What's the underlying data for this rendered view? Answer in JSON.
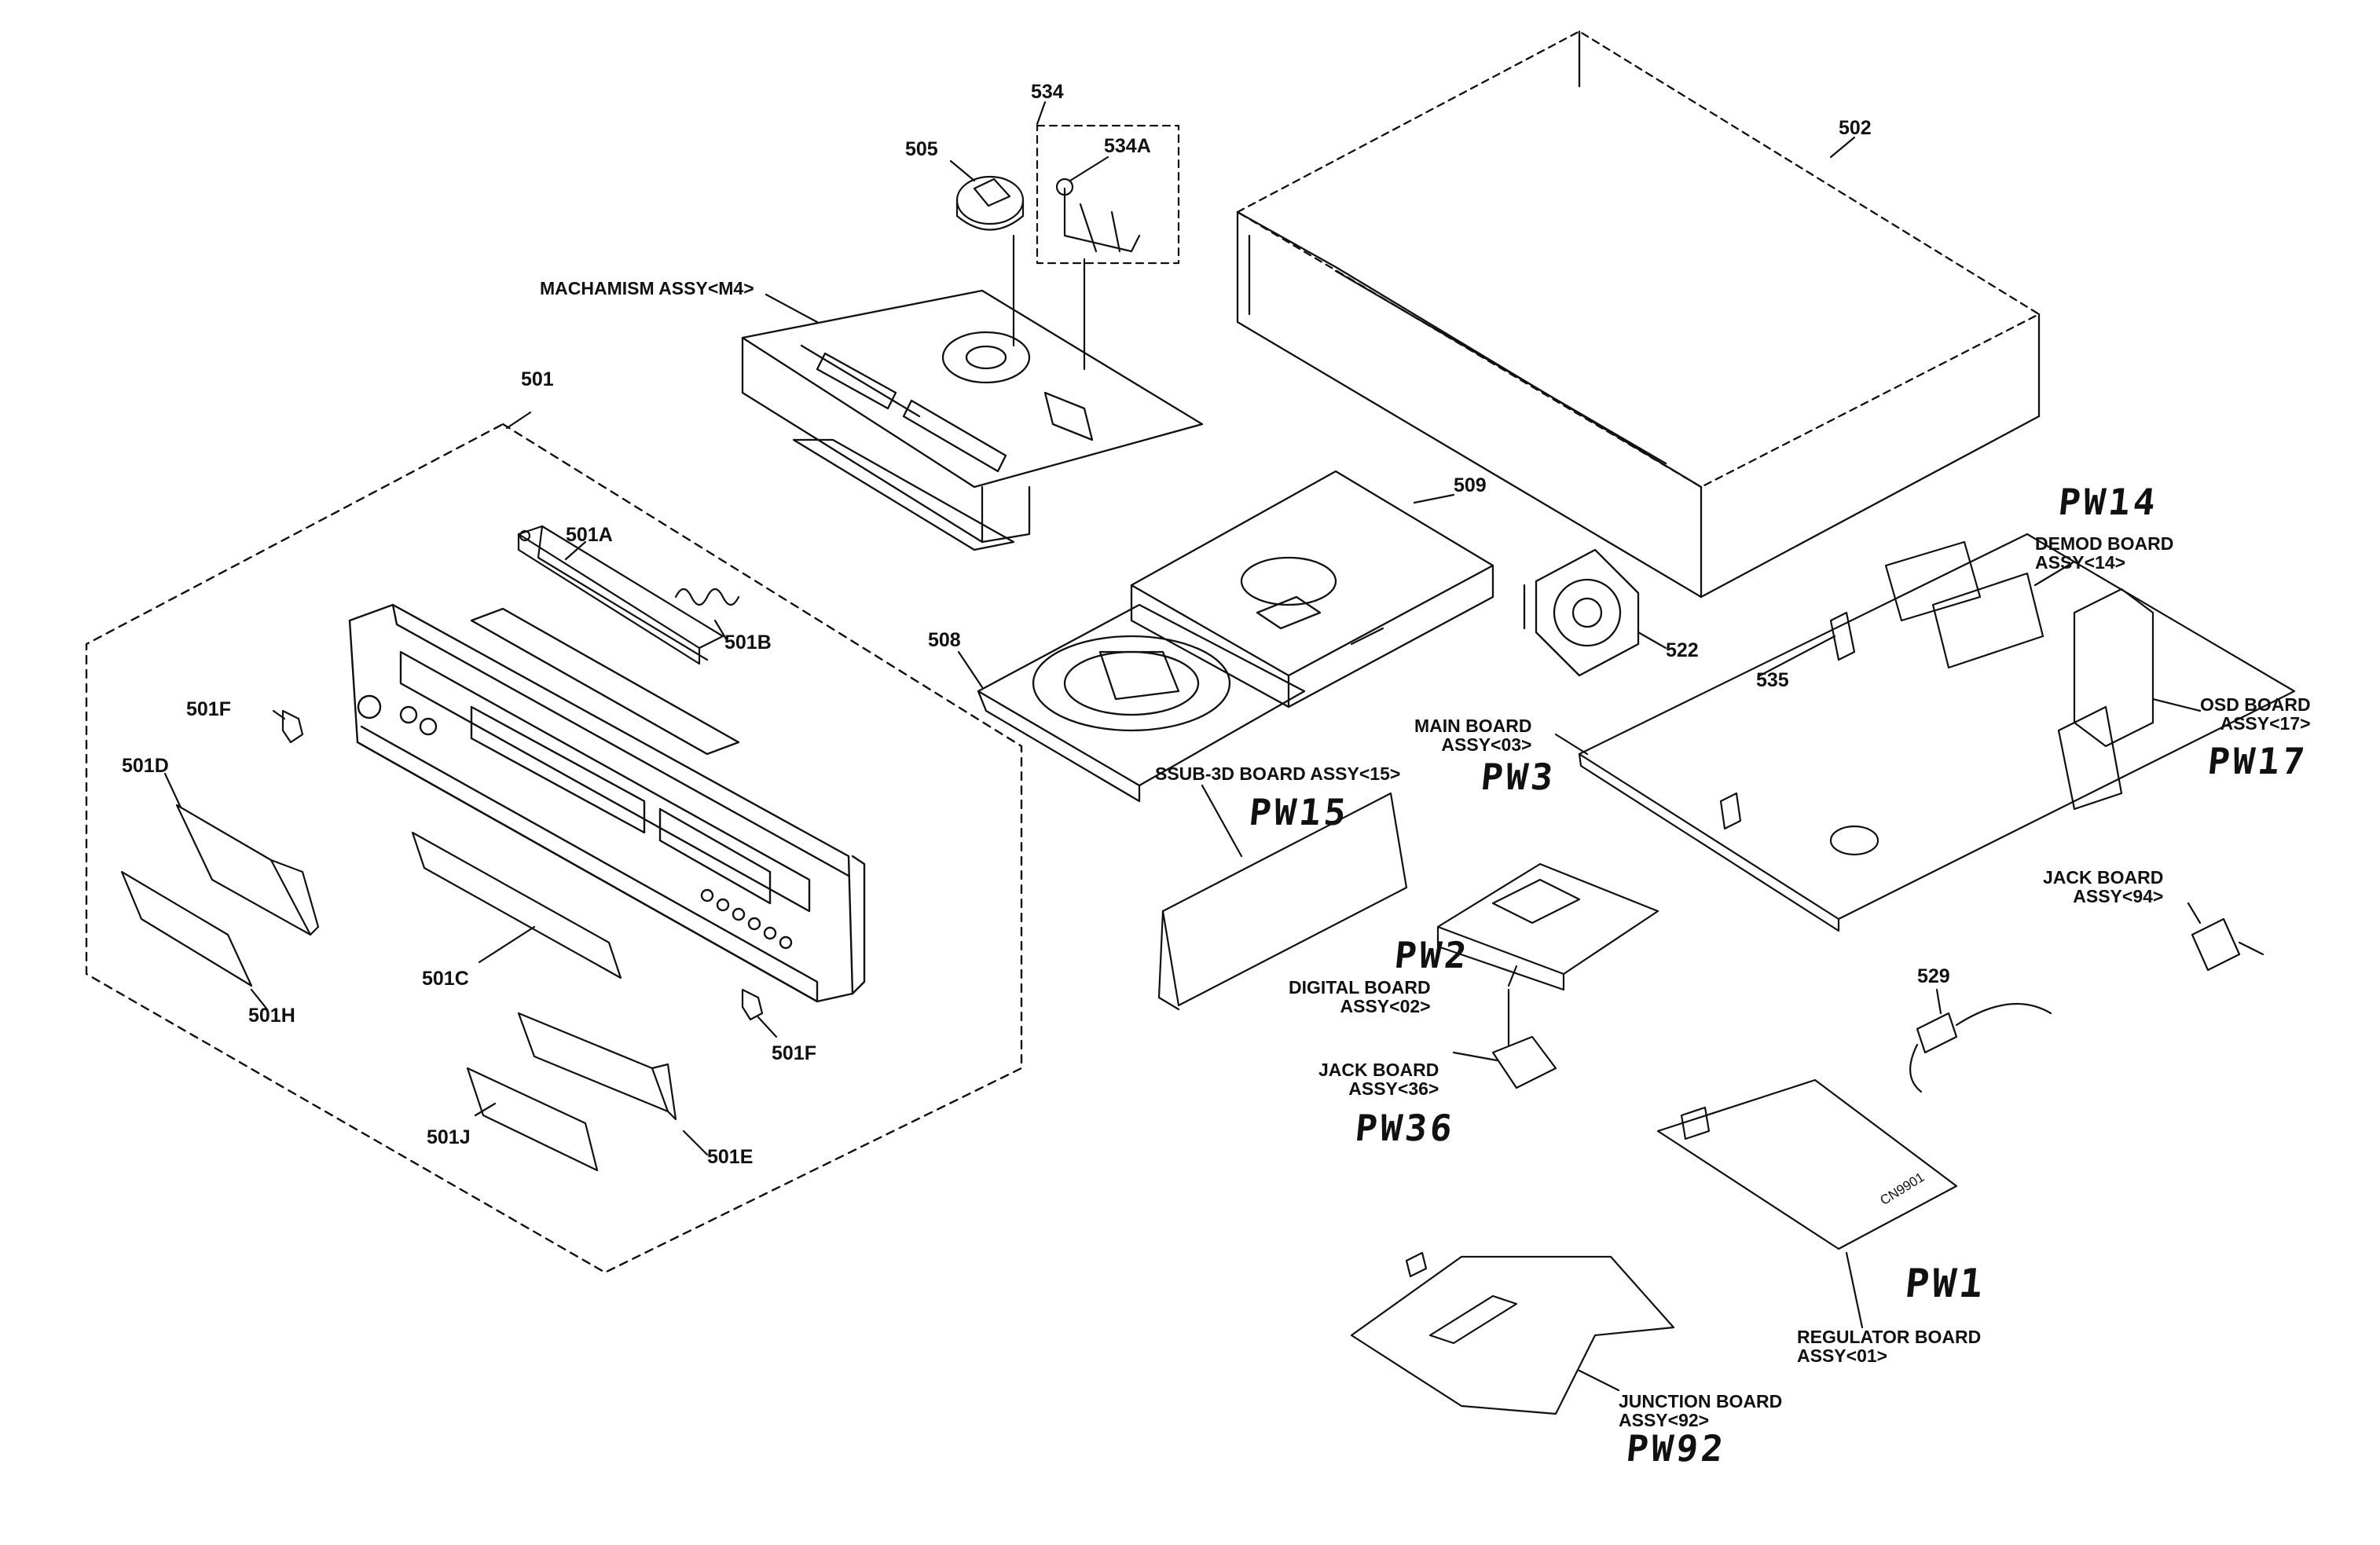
{
  "parts": {
    "p501": "501",
    "p501A": "501A",
    "p501B": "501B",
    "p501C": "501C",
    "p501D": "501D",
    "p501E": "501E",
    "p501F_top": "501F",
    "p501F_bottom": "501F",
    "p501H": "501H",
    "p501J": "501J",
    "p502": "502",
    "p505": "505",
    "p508": "508",
    "p509": "509",
    "p522": "522",
    "p529": "529",
    "p534": "534",
    "p534A": "534A",
    "p535": "535"
  },
  "assemblies": {
    "mechanism": "MACHAMISM ASSY<M4>",
    "demod_line1": "DEMOD BOARD",
    "demod_line2": "ASSY<14>",
    "osd_line1": "OSD BOARD",
    "osd_line2": "ASSY<17>",
    "main_line1": "MAIN BOARD",
    "main_line2": "ASSY<03>",
    "ssub": "SSUB-3D BOARD ASSY<15>",
    "digital_line1": "DIGITAL BOARD",
    "digital_line2": "ASSY<02>",
    "jack36_line1": "JACK BOARD",
    "jack36_line2": "ASSY<36>",
    "jack94_line1": "JACK BOARD",
    "jack94_line2": "ASSY<94>",
    "regulator_line1": "REGULATOR BOARD",
    "regulator_line2": "ASSY<01>",
    "junction_line1": "JUNCTION BOARD",
    "junction_line2": "ASSY<92>",
    "cn_mark": "CN9901"
  },
  "handwritten": {
    "pw14": "PW14",
    "pw17": "PW17",
    "pw3": "PW3",
    "pw15": "PW15",
    "pw2": "PW2",
    "pw36": "PW36",
    "pw1": "PW1",
    "pw92": "PW92"
  }
}
